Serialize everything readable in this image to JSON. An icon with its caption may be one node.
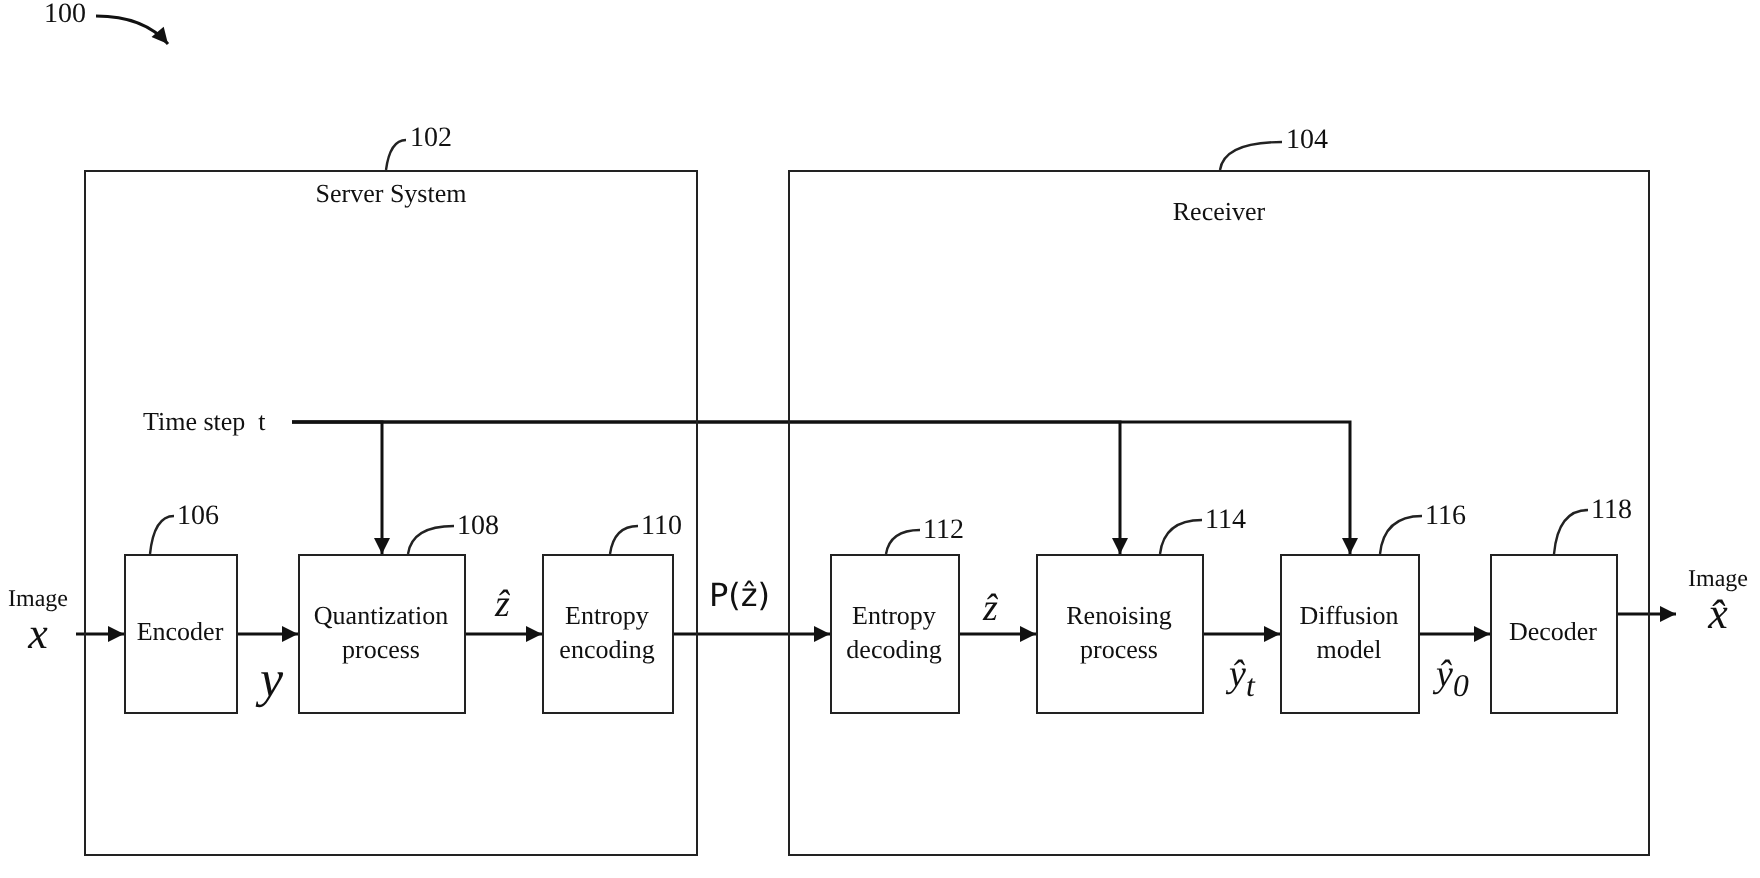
{
  "diagram": {
    "nodes": [
      {
        "text": [
          "Server System"
        ],
        "beside": [
          "102"
        ]
      },
      {
        "text": [
          "Receiver"
        ],
        "beside": [
          "104"
        ]
      },
      {
        "text": [
          "Time step  t"
        ],
        "in": 0
      },
      {
        "text": [
          "Image",
          "x"
        ]
      },
      {
        "text": [
          "Encoder"
        ],
        "in": 0,
        "beside": [
          "106"
        ]
      },
      {
        "text": [
          "Quantization process"
        ],
        "in": 0,
        "beside": [
          "108"
        ]
      },
      {
        "text": [
          "Entropy encoding"
        ],
        "in": 0,
        "beside": [
          "110"
        ]
      },
      {
        "text": [
          "Entropy decoding"
        ],
        "in": 1,
        "beside": [
          "112"
        ]
      },
      {
        "text": [
          "Renoising process"
        ],
        "in": 1,
        "beside": [
          "114"
        ]
      },
      {
        "text": [
          "Diffusion model"
        ],
        "in": 1,
        "beside": [
          "116"
        ]
      },
      {
        "text": [
          "Decoder"
        ],
        "in": 1,
        "beside": [
          "118"
        ]
      },
      {
        "text": [
          "Image",
          "x̂"
        ]
      }
    ],
    "edges": [
      {
        "from": 3,
        "to": 4,
        "arrow": "to"
      },
      {
        "from": 4,
        "to": 5,
        "arrow": "to",
        "label": "y"
      },
      {
        "from": 5,
        "to": 6,
        "arrow": "to",
        "label": "ẑ"
      },
      {
        "from": 6,
        "to": 7,
        "arrow": "to",
        "label": "P(ẑ)"
      },
      {
        "from": 7,
        "to": 8,
        "arrow": "to",
        "label": "ẑ"
      },
      {
        "from": 8,
        "to": 9,
        "arrow": "to",
        "label": "ŷ$_{t}$"
      },
      {
        "from": 9,
        "to": 10,
        "arrow": "to",
        "label": "ŷ$_{0}$"
      },
      {
        "from": 10,
        "to": 11,
        "arrow": "to"
      },
      {
        "from": 2,
        "to": 5,
        "arrow": "to"
      },
      {
        "from": 2,
        "to": 8,
        "arrow": "to"
      },
      {
        "from": 2,
        "to": 9,
        "arrow": "to"
      }
    ],
    "labels": [
      "100"
    ]
  }
}
